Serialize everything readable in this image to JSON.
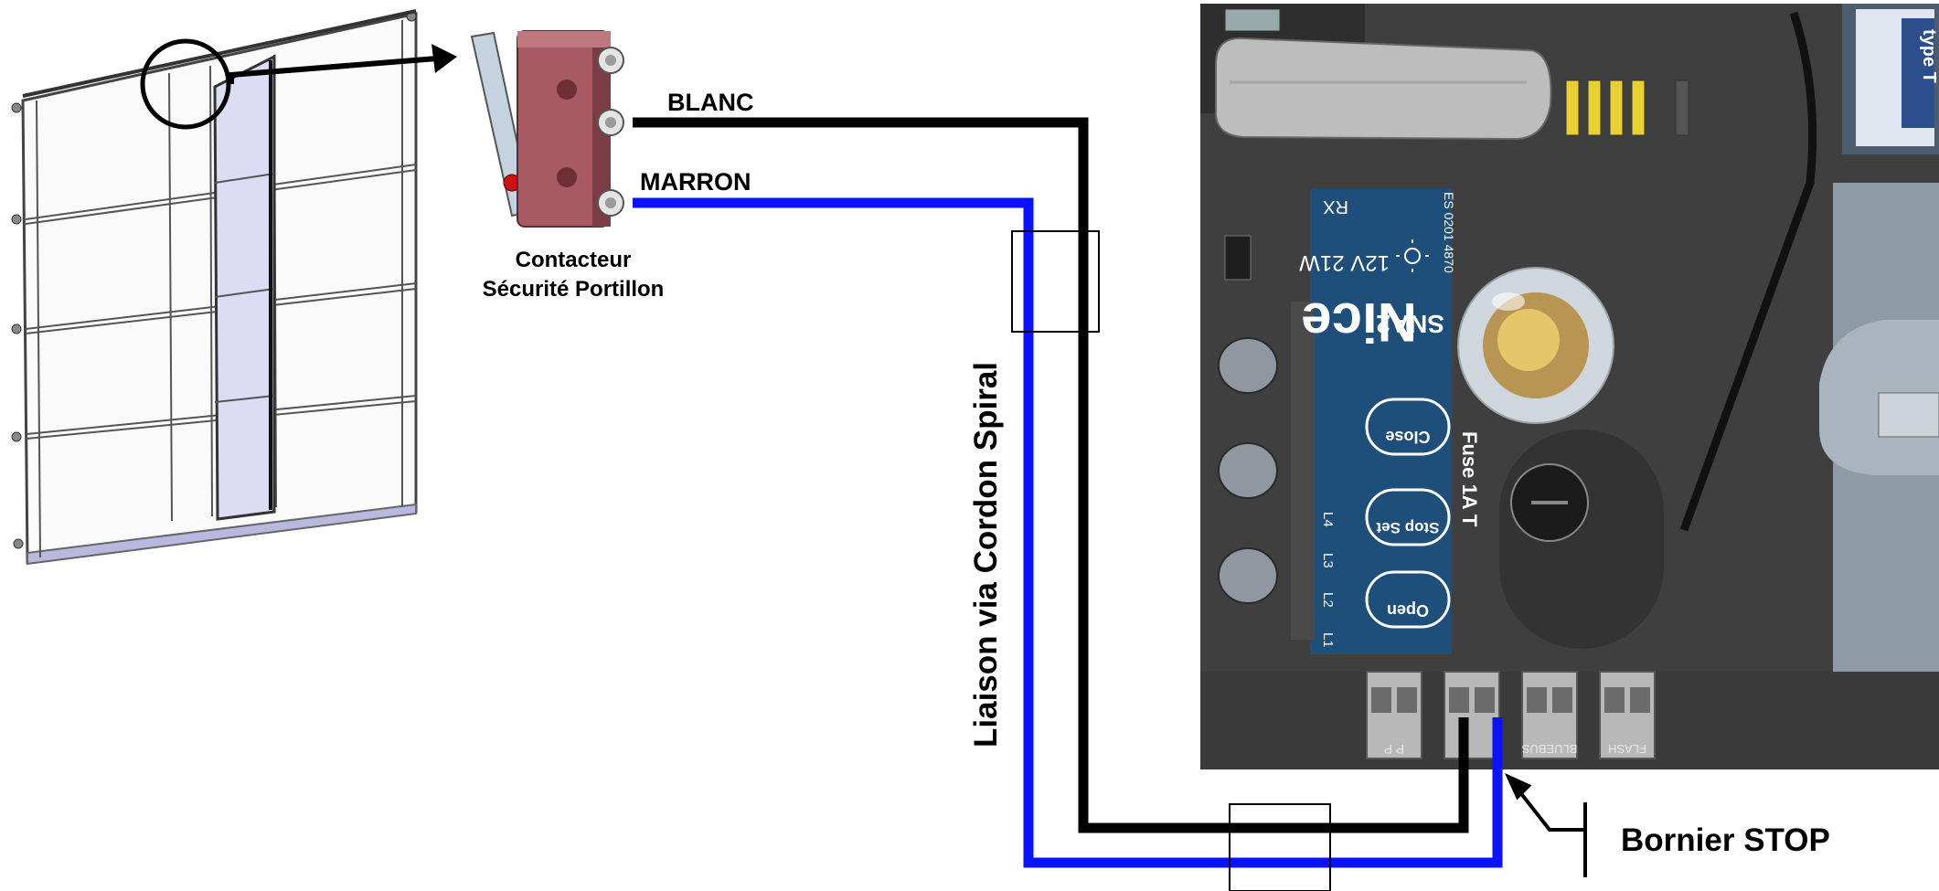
{
  "labels": {
    "wire_white": "BLANC",
    "wire_brown": "MARRON",
    "switch_line1": "Contacteur",
    "switch_line2": "Sécurité Portillon",
    "cable_link": "Liaison via Cordon Spiral",
    "terminal_stop": "Bornier STOP"
  },
  "board": {
    "brand": "Nice",
    "model": "SNA2",
    "lamp_rating": "12V 21W",
    "fuse": "Fuse 1A T",
    "code": "ES 0201 4870",
    "rx": "RX",
    "btn_open": "Open",
    "btn_stop": "Stop Set",
    "btn_close": "Close",
    "leds": [
      "L1",
      "L2",
      "L3",
      "L4"
    ],
    "terminals": [
      "P P",
      "BLUEBUS",
      "FLASH"
    ],
    "corner_tag": "type T"
  },
  "colors": {
    "wire_white": "#000000",
    "wire_brown": "#0a12ff",
    "switch_body": "#a85a62",
    "board_label": "#1e4f7a",
    "door_panel": "#dcdcf4"
  }
}
